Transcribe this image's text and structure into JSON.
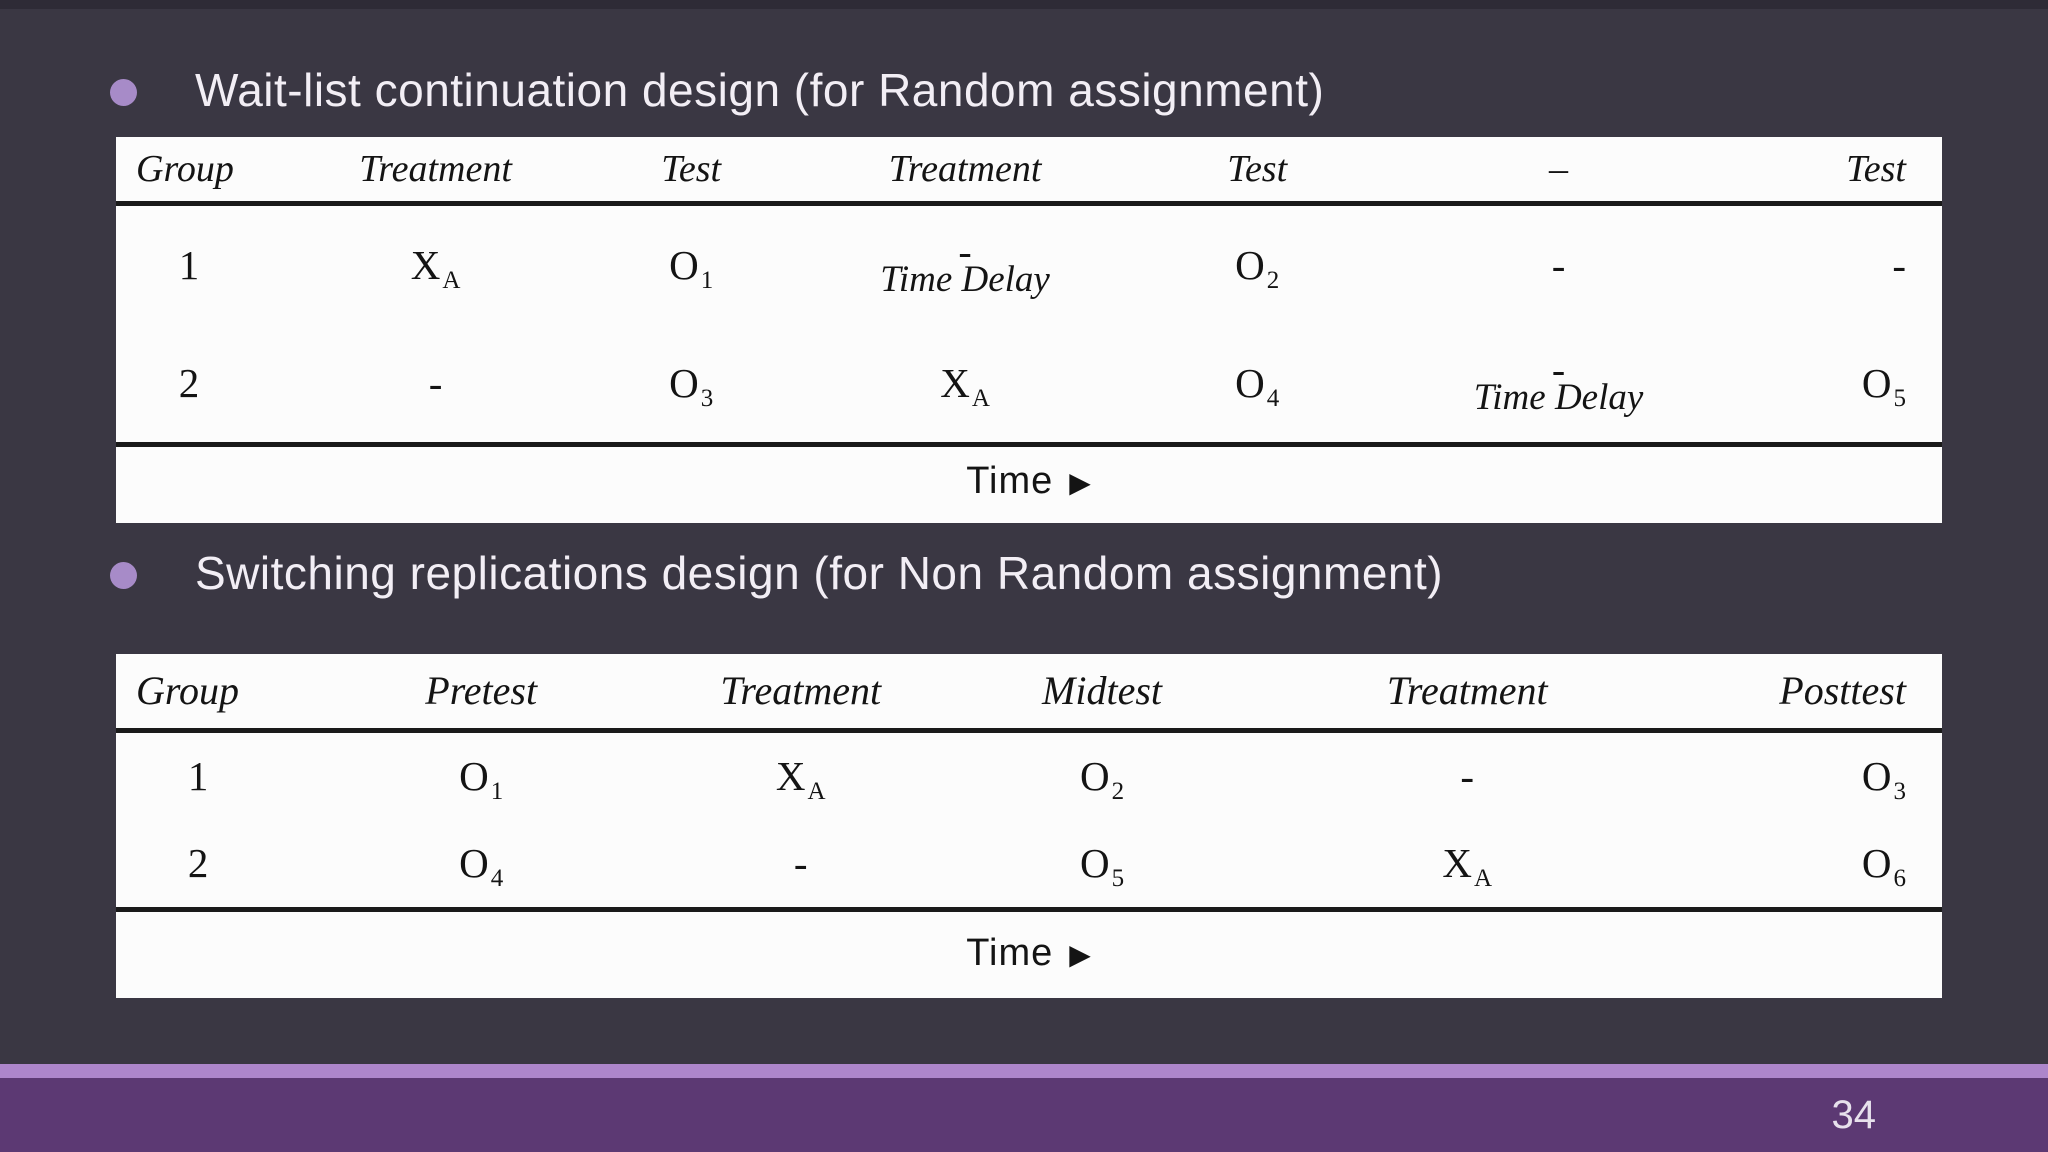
{
  "slide": {
    "page_number": "34"
  },
  "colors": {
    "background": "#3a3743",
    "top_edge": "#2e2b36",
    "footer_stripe": "#ad86cb",
    "footer_bar": "#5c3973",
    "bullet_dot": "#a78bc8",
    "title_text": "#f2eef5",
    "table_background": "#fcfcfc",
    "table_text": "#141414"
  },
  "bullets": [
    {
      "label": "Wait-list continuation design (for Random assignment)"
    },
    {
      "label": "Switching replications design (for Non Random assignment)"
    }
  ],
  "table1": {
    "headers": [
      "Group",
      "Treatment",
      "Test",
      "Treatment",
      "Test",
      "–",
      "Test"
    ],
    "r1": [
      {
        "t": "1"
      },
      {
        "t": "X",
        "sub": "A"
      },
      {
        "t": "O",
        "sub": "1"
      },
      {
        "dash": "-",
        "note": "Time Delay"
      },
      {
        "t": "O",
        "sub": "2"
      },
      {
        "t": "-"
      },
      {
        "t": "-"
      }
    ],
    "r2": [
      {
        "t": "2"
      },
      {
        "t": "-"
      },
      {
        "t": "O",
        "sub": "3"
      },
      {
        "t": "X",
        "sub": "A"
      },
      {
        "t": "O",
        "sub": "4"
      },
      {
        "dash": "-",
        "note": "Time Delay"
      },
      {
        "t": "O",
        "sub": "5"
      }
    ],
    "time_label": "Time",
    "time_arrow": "▶"
  },
  "table2": {
    "headers": [
      "Group",
      "Pretest",
      "Treatment",
      "Midtest",
      "Treatment",
      "Posttest"
    ],
    "r1": [
      {
        "t": "1"
      },
      {
        "t": "O",
        "sub": "1"
      },
      {
        "t": "X",
        "sub": "A"
      },
      {
        "t": "O",
        "sub": "2"
      },
      {
        "t": "-"
      },
      {
        "t": "O",
        "sub": "3"
      }
    ],
    "r2": [
      {
        "t": "2"
      },
      {
        "t": "O",
        "sub": "4"
      },
      {
        "t": "-"
      },
      {
        "t": "O",
        "sub": "5"
      },
      {
        "t": "X",
        "sub": "A"
      },
      {
        "t": "O",
        "sub": "6"
      }
    ],
    "time_label": "Time",
    "time_arrow": "▶"
  }
}
